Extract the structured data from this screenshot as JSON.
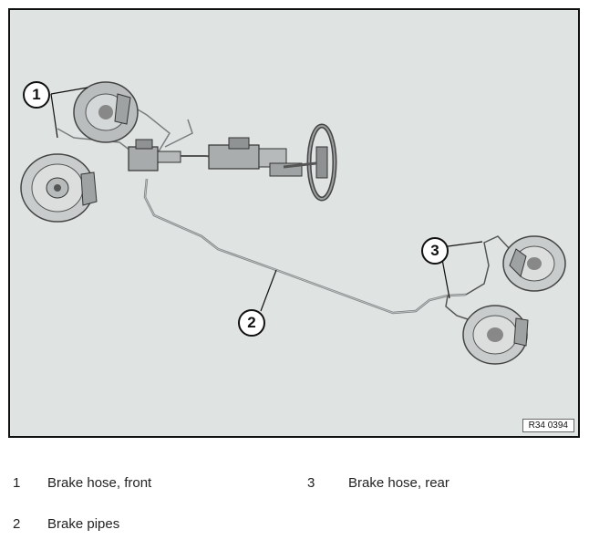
{
  "figure": {
    "figure_code": "R34 0394",
    "callouts": [
      "1",
      "2",
      "3"
    ]
  },
  "legend": [
    {
      "number": "1",
      "text": "Brake hose, front"
    },
    {
      "number": "2",
      "text": "Brake pipes"
    },
    {
      "number": "3",
      "text": "Brake hose, rear"
    }
  ]
}
